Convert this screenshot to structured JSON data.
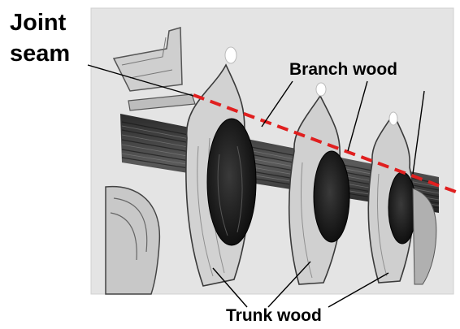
{
  "labels": {
    "joint": "Joint",
    "seam": "seam",
    "branch_wood": "Branch wood",
    "trunk_wood": "Trunk wood"
  },
  "colors": {
    "seam_line": "#e01f1f",
    "ink": "#1b1b1b",
    "paper": "#e6e6e6"
  }
}
